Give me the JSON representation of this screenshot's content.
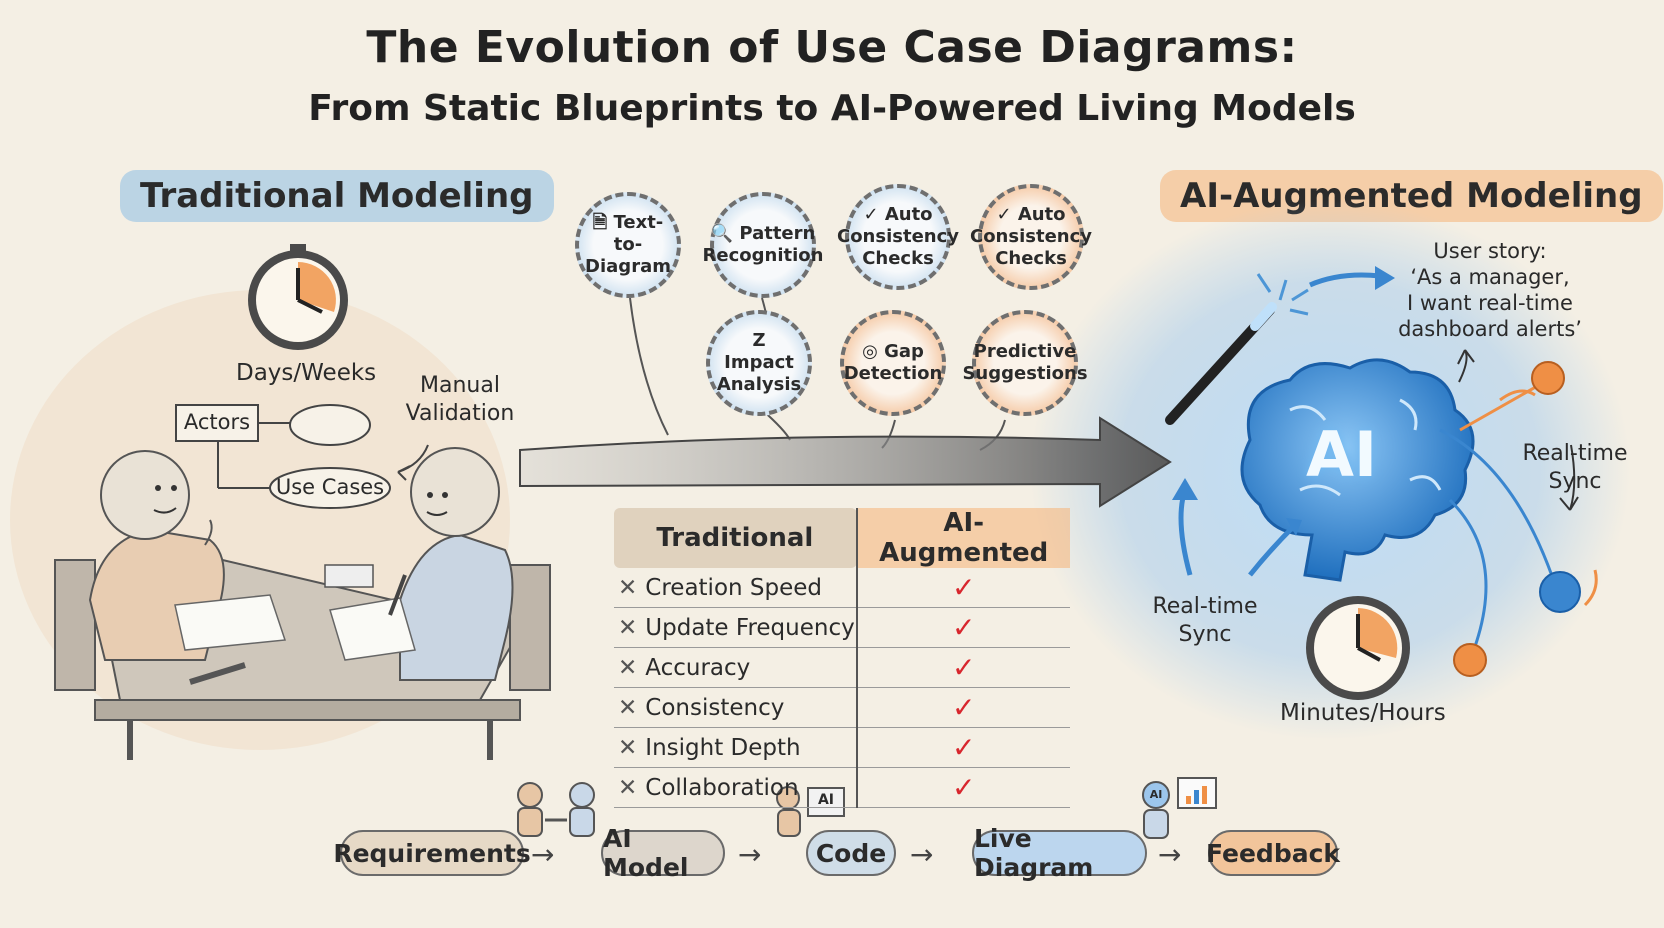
{
  "title": {
    "line1": "The Evolution of Use Case Diagrams:",
    "line2": "From Static Blueprints to AI-Powered Living Models"
  },
  "traditional": {
    "heading": "Traditional Modeling",
    "time_label": "Days/Weeks",
    "validation_label": "Manual Validation",
    "diagram": {
      "actors_label": "Actors",
      "use_cases_label": "Use Cases"
    }
  },
  "ai": {
    "heading": "AI-Augmented Modeling",
    "brain_label": "AI",
    "user_story": [
      "User story:",
      "‘As a manager,",
      "I want real-time",
      "dashboard alerts’"
    ],
    "sync_right": "Real-time Sync",
    "sync_left": "Real-time Sync",
    "time_label": "Minutes/Hours"
  },
  "capabilities": [
    {
      "icon": "document-icon",
      "glyph": "🗎",
      "label": "Text-to-Diagram",
      "tone": "blue"
    },
    {
      "icon": "magnifier-icon",
      "glyph": "🔍",
      "label": "Pattern Recognition",
      "tone": "blue"
    },
    {
      "icon": "check-icon",
      "glyph": "✓",
      "label": "Auto Consistency Checks",
      "tone": "blue"
    },
    {
      "icon": "check-icon",
      "glyph": "✓",
      "label": "Auto Consistency Checks",
      "tone": "orange"
    },
    {
      "icon": "zigzag-icon",
      "glyph": "Z",
      "label": "Impact Analysis",
      "tone": "blue"
    },
    {
      "icon": "target-icon",
      "glyph": "◎",
      "label": "Gap Detection",
      "tone": "orange"
    },
    {
      "icon": "",
      "glyph": "",
      "label": "Predictive Suggestions",
      "tone": "orange"
    }
  ],
  "comparison": {
    "col_traditional": "Traditional",
    "col_ai": "AI-Augmented",
    "rows": [
      "Creation Speed",
      "Update Frequency",
      "Accuracy",
      "Consistency",
      "Insight Depth",
      "Collaboration"
    ],
    "x_glyph": "✕",
    "check_glyph": "✓"
  },
  "pipeline": [
    {
      "label": "Requirements",
      "color": "#e6d9c6"
    },
    {
      "label": "AI Model",
      "color": "#ddd6cc"
    },
    {
      "label": "Code",
      "color": "#cfdde8"
    },
    {
      "label": "Live Diagram",
      "color": "#bcd6ee"
    },
    {
      "label": "Feedback",
      "color": "#f2c59b"
    }
  ],
  "pipeline_icons": {
    "ai_screen": "AI",
    "ai_head": "AI"
  },
  "arrow_glyph": "→",
  "colors": {
    "blue": "#6ea6d8",
    "orange": "#ef8f45",
    "check_red": "#d8262d",
    "paper": "#f4efe4"
  }
}
